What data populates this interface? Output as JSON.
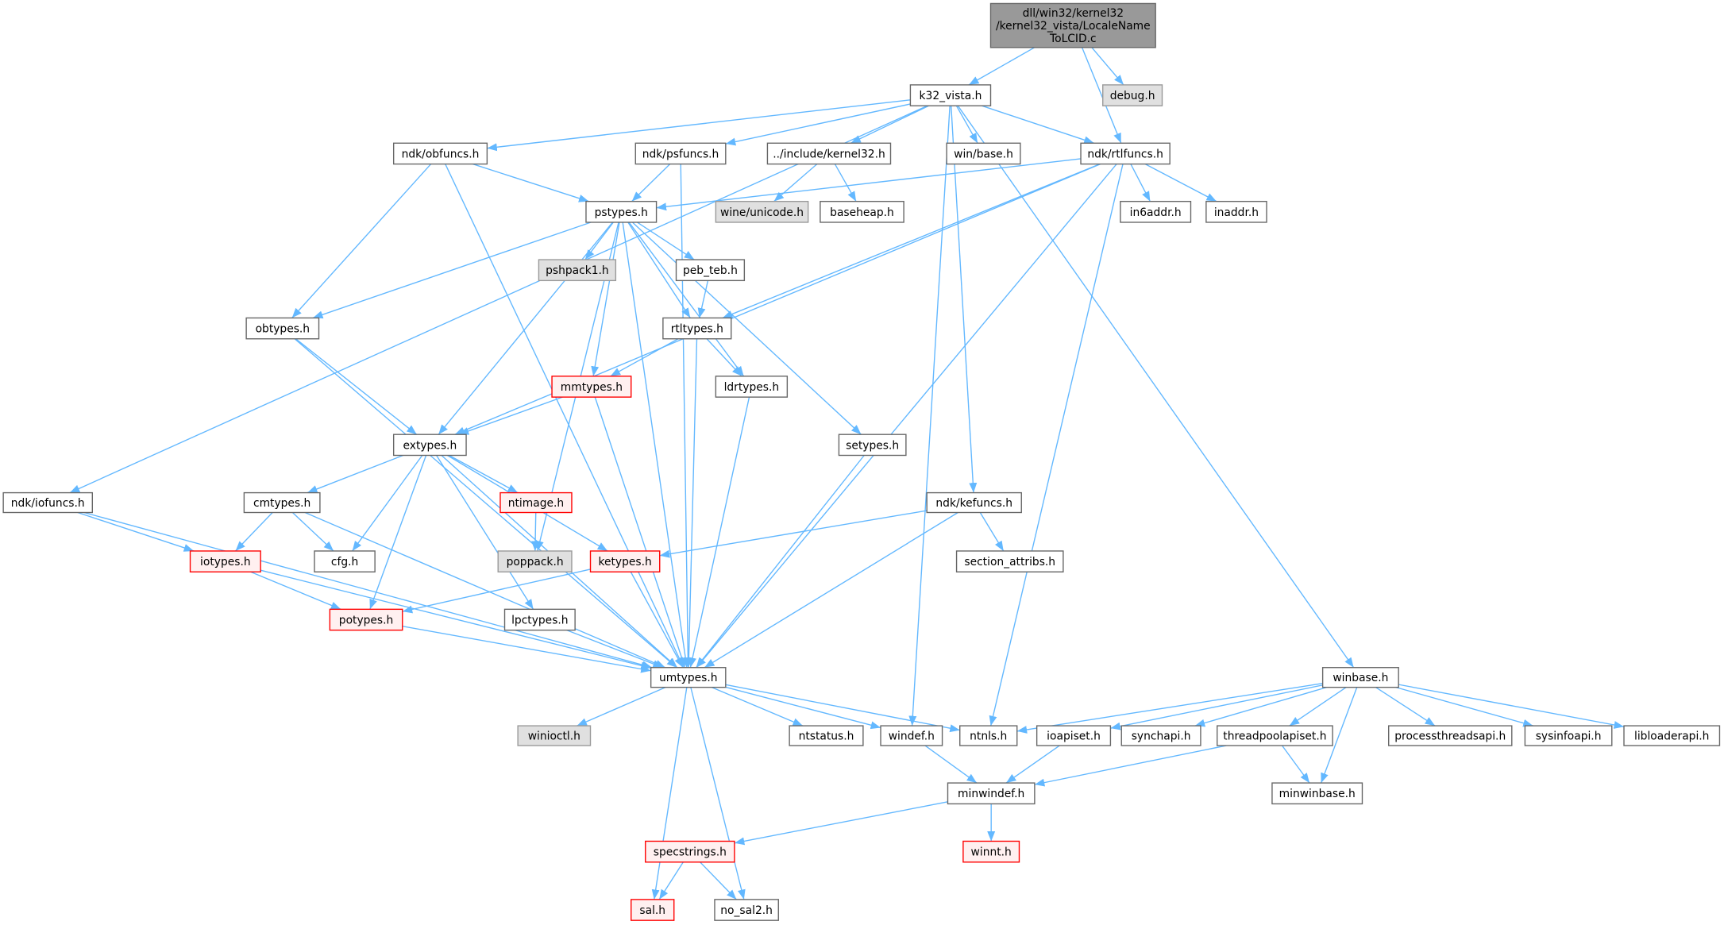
{
  "title": "dll/win32/kernel32/kernel32_vista/LocaleNameToLCID.c",
  "colors": {
    "edge": "#63b8ff",
    "border": "#666666",
    "root_fill": "#999999",
    "gray_fill": "#e0e0e0",
    "red_border": "#ff0000",
    "red_fill": "#fff0f0"
  },
  "nodes": [
    {
      "id": "root",
      "label": "dll/win32/kernel32/kernel32_vista/LocaleNameToLCID.c",
      "label_lines": [
        "dll/win32/kernel32",
        "/kernel32_vista/LocaleName",
        "ToLCID.c"
      ],
      "style": "root"
    },
    {
      "id": "k32_vista",
      "label": "k32_vista.h",
      "style": "normal"
    },
    {
      "id": "debug",
      "label": "debug.h",
      "style": "gray"
    },
    {
      "id": "obfuncs",
      "label": "ndk/obfuncs.h",
      "style": "normal"
    },
    {
      "id": "psfuncs",
      "label": "ndk/psfuncs.h",
      "style": "normal"
    },
    {
      "id": "kernel32",
      "label": "../include/kernel32.h",
      "style": "normal"
    },
    {
      "id": "winbase_base",
      "label": "win/base.h",
      "style": "normal"
    },
    {
      "id": "rtlfuncs",
      "label": "ndk/rtlfuncs.h",
      "style": "normal"
    },
    {
      "id": "pstypes",
      "label": "pstypes.h",
      "style": "normal"
    },
    {
      "id": "wineunicode",
      "label": "wine/unicode.h",
      "style": "gray"
    },
    {
      "id": "baseheap",
      "label": "baseheap.h",
      "style": "normal"
    },
    {
      "id": "in6addr",
      "label": "in6addr.h",
      "style": "normal"
    },
    {
      "id": "inaddr",
      "label": "inaddr.h",
      "style": "normal"
    },
    {
      "id": "pshpack1",
      "label": "pshpack1.h",
      "style": "gray"
    },
    {
      "id": "peb_teb",
      "label": "peb_teb.h",
      "style": "normal"
    },
    {
      "id": "obtypes",
      "label": "obtypes.h",
      "style": "normal"
    },
    {
      "id": "rtltypes",
      "label": "rtltypes.h",
      "style": "normal"
    },
    {
      "id": "mmtypes",
      "label": "mmtypes.h",
      "style": "red"
    },
    {
      "id": "ldrtypes",
      "label": "ldrtypes.h",
      "style": "normal"
    },
    {
      "id": "setypes",
      "label": "setypes.h",
      "style": "normal"
    },
    {
      "id": "extypes",
      "label": "extypes.h",
      "style": "normal"
    },
    {
      "id": "iofuncs",
      "label": "ndk/iofuncs.h",
      "style": "normal"
    },
    {
      "id": "cmtypes",
      "label": "cmtypes.h",
      "style": "normal"
    },
    {
      "id": "ntimage",
      "label": "ntimage.h",
      "style": "red"
    },
    {
      "id": "kefuncs",
      "label": "ndk/kefuncs.h",
      "style": "normal"
    },
    {
      "id": "iotypes",
      "label": "iotypes.h",
      "style": "red"
    },
    {
      "id": "cfg",
      "label": "cfg.h",
      "style": "normal"
    },
    {
      "id": "poppack",
      "label": "poppack.h",
      "style": "gray"
    },
    {
      "id": "ketypes",
      "label": "ketypes.h",
      "style": "red"
    },
    {
      "id": "section_attribs",
      "label": "section_attribs.h",
      "style": "normal"
    },
    {
      "id": "potypes",
      "label": "potypes.h",
      "style": "red"
    },
    {
      "id": "lpctypes",
      "label": "lpctypes.h",
      "style": "normal"
    },
    {
      "id": "umtypes",
      "label": "umtypes.h",
      "style": "normal"
    },
    {
      "id": "winbase",
      "label": "winbase.h",
      "style": "normal"
    },
    {
      "id": "winioctl",
      "label": "winioctl.h",
      "style": "gray"
    },
    {
      "id": "ntstatus",
      "label": "ntstatus.h",
      "style": "normal"
    },
    {
      "id": "windef",
      "label": "windef.h",
      "style": "normal"
    },
    {
      "id": "ntnls",
      "label": "ntnls.h",
      "style": "normal"
    },
    {
      "id": "ioapiset",
      "label": "ioapiset.h",
      "style": "normal"
    },
    {
      "id": "synchapi",
      "label": "synchapi.h",
      "style": "normal"
    },
    {
      "id": "threadpoolapiset",
      "label": "threadpoolapiset.h",
      "style": "normal"
    },
    {
      "id": "processthreadsapi",
      "label": "processthreadsapi.h",
      "style": "normal"
    },
    {
      "id": "sysinfoapi",
      "label": "sysinfoapi.h",
      "style": "normal"
    },
    {
      "id": "libloaderapi",
      "label": "libloaderapi.h",
      "style": "normal"
    },
    {
      "id": "minwindef",
      "label": "minwindef.h",
      "style": "normal"
    },
    {
      "id": "minwinbase",
      "label": "minwinbase.h",
      "style": "normal"
    },
    {
      "id": "specstrings",
      "label": "specstrings.h",
      "style": "red"
    },
    {
      "id": "winnt",
      "label": "winnt.h",
      "style": "red"
    },
    {
      "id": "sal",
      "label": "sal.h",
      "style": "red"
    },
    {
      "id": "no_sal2",
      "label": "no_sal2.h",
      "style": "normal"
    }
  ],
  "edges": [
    [
      "root",
      "k32_vista"
    ],
    [
      "root",
      "rtlfuncs"
    ],
    [
      "root",
      "debug"
    ],
    [
      "k32_vista",
      "iofuncs"
    ],
    [
      "k32_vista",
      "obfuncs"
    ],
    [
      "k32_vista",
      "psfuncs"
    ],
    [
      "k32_vista",
      "kernel32"
    ],
    [
      "k32_vista",
      "winbase_base"
    ],
    [
      "k32_vista",
      "rtlfuncs"
    ],
    [
      "k32_vista",
      "kefuncs"
    ],
    [
      "k32_vista",
      "windef"
    ],
    [
      "k32_vista",
      "winbase"
    ],
    [
      "obfuncs",
      "pstypes"
    ],
    [
      "obfuncs",
      "obtypes"
    ],
    [
      "obfuncs",
      "umtypes"
    ],
    [
      "psfuncs",
      "pstypes"
    ],
    [
      "psfuncs",
      "umtypes"
    ],
    [
      "kernel32",
      "wineunicode"
    ],
    [
      "kernel32",
      "baseheap"
    ],
    [
      "rtlfuncs",
      "pstypes"
    ],
    [
      "rtlfuncs",
      "extypes"
    ],
    [
      "rtlfuncs",
      "in6addr"
    ],
    [
      "rtlfuncs",
      "inaddr"
    ],
    [
      "rtlfuncs",
      "rtltypes"
    ],
    [
      "rtlfuncs",
      "umtypes"
    ],
    [
      "rtlfuncs",
      "ntnls"
    ],
    [
      "pstypes",
      "obtypes"
    ],
    [
      "pstypes",
      "extypes"
    ],
    [
      "pstypes",
      "pshpack1"
    ],
    [
      "pstypes",
      "peb_teb"
    ],
    [
      "pstypes",
      "rtltypes"
    ],
    [
      "pstypes",
      "mmtypes"
    ],
    [
      "pstypes",
      "ldrtypes"
    ],
    [
      "pstypes",
      "setypes"
    ],
    [
      "pstypes",
      "umtypes"
    ],
    [
      "pstypes",
      "poppack"
    ],
    [
      "peb_teb",
      "rtltypes"
    ],
    [
      "rtltypes",
      "mmtypes"
    ],
    [
      "rtltypes",
      "ldrtypes"
    ],
    [
      "rtltypes",
      "umtypes"
    ],
    [
      "obtypes",
      "extypes"
    ],
    [
      "obtypes",
      "umtypes"
    ],
    [
      "mmtypes",
      "extypes"
    ],
    [
      "mmtypes",
      "umtypes"
    ],
    [
      "ldrtypes",
      "umtypes"
    ],
    [
      "setypes",
      "umtypes"
    ],
    [
      "extypes",
      "cmtypes"
    ],
    [
      "extypes",
      "cfg"
    ],
    [
      "extypes",
      "ntimage"
    ],
    [
      "extypes",
      "ketypes"
    ],
    [
      "extypes",
      "potypes"
    ],
    [
      "extypes",
      "lpctypes"
    ],
    [
      "extypes",
      "umtypes"
    ],
    [
      "iofuncs",
      "iotypes"
    ],
    [
      "iofuncs",
      "umtypes"
    ],
    [
      "cmtypes",
      "iotypes"
    ],
    [
      "cmtypes",
      "cfg"
    ],
    [
      "cmtypes",
      "umtypes"
    ],
    [
      "ntimage",
      "poppack"
    ],
    [
      "kefuncs",
      "ketypes"
    ],
    [
      "kefuncs",
      "section_attribs"
    ],
    [
      "kefuncs",
      "umtypes"
    ],
    [
      "iotypes",
      "potypes"
    ],
    [
      "iotypes",
      "umtypes"
    ],
    [
      "ketypes",
      "potypes"
    ],
    [
      "ketypes",
      "umtypes"
    ],
    [
      "potypes",
      "umtypes"
    ],
    [
      "lpctypes",
      "umtypes"
    ],
    [
      "umtypes",
      "winioctl"
    ],
    [
      "umtypes",
      "ntstatus"
    ],
    [
      "umtypes",
      "windef"
    ],
    [
      "umtypes",
      "ntnls"
    ],
    [
      "umtypes",
      "sal"
    ],
    [
      "umtypes",
      "no_sal2"
    ],
    [
      "winbase",
      "ntnls"
    ],
    [
      "winbase",
      "ioapiset"
    ],
    [
      "winbase",
      "synchapi"
    ],
    [
      "winbase",
      "threadpoolapiset"
    ],
    [
      "winbase",
      "processthreadsapi"
    ],
    [
      "winbase",
      "sysinfoapi"
    ],
    [
      "winbase",
      "libloaderapi"
    ],
    [
      "winbase",
      "minwinbase"
    ],
    [
      "windef",
      "minwindef"
    ],
    [
      "ioapiset",
      "minwindef"
    ],
    [
      "threadpoolapiset",
      "minwindef"
    ],
    [
      "threadpoolapiset",
      "minwinbase"
    ],
    [
      "minwindef",
      "specstrings"
    ],
    [
      "minwindef",
      "winnt"
    ],
    [
      "specstrings",
      "sal"
    ],
    [
      "specstrings",
      "no_sal2"
    ]
  ]
}
